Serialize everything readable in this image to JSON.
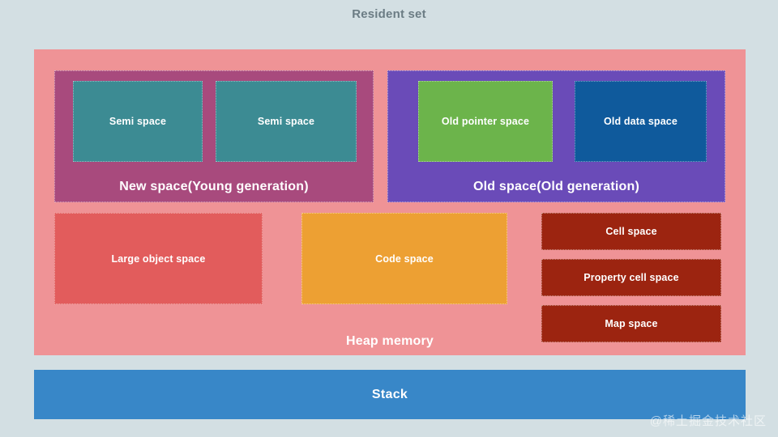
{
  "title": "Resident set",
  "heap": {
    "label": "Heap memory",
    "generations": [
      {
        "key": "new-space",
        "label": "New space(Young generation)",
        "color": "#a84a7d",
        "children": [
          {
            "key": "semi-space-1",
            "label": "Semi space",
            "color": "#3c8b93"
          },
          {
            "key": "semi-space-2",
            "label": "Semi space",
            "color": "#3c8b93"
          }
        ]
      },
      {
        "key": "old-space",
        "label": "Old space(Old generation)",
        "color": "#6a4bb8",
        "children": [
          {
            "key": "old-pointer-space",
            "label": "Old pointer space",
            "color": "#6cb44b"
          },
          {
            "key": "old-data-space",
            "label": "Old data space",
            "color": "#0f5a9c"
          }
        ]
      }
    ],
    "other_spaces": [
      {
        "key": "large-object-space",
        "label": "Large object space",
        "color": "#e25c5c"
      },
      {
        "key": "code-space",
        "label": "Code space",
        "color": "#eda033"
      },
      {
        "key": "cell-space",
        "label": "Cell space",
        "color": "#9c2410"
      },
      {
        "key": "property-cell-space",
        "label": "Property cell space",
        "color": "#9c2410"
      },
      {
        "key": "map-space",
        "label": "Map space",
        "color": "#9c2410"
      }
    ]
  },
  "stack": {
    "label": "Stack",
    "color": "#3887c8"
  },
  "watermark": "@稀土掘金技术社区",
  "colors": {
    "background": "#d3dfe3",
    "heap_container": "#ef9396",
    "title_text": "#6b7c84"
  }
}
